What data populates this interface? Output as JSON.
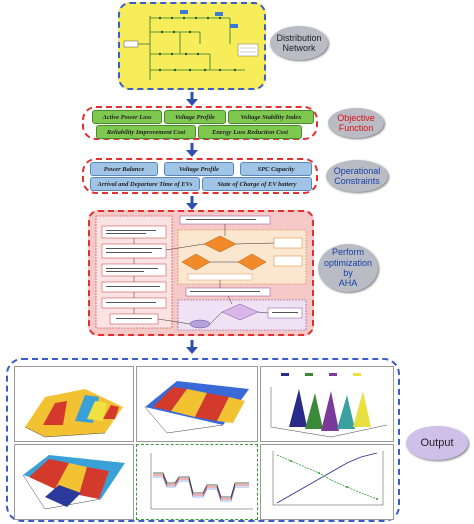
{
  "stages": {
    "distribution": {
      "label_line1": "Distribution",
      "label_line2": "Network"
    },
    "objective": {
      "label_line1": "Objective",
      "label_line2": "Function",
      "tags": [
        "Active Power Loss",
        "Voltage Profile",
        "Voltage Stability Index",
        "Reliability Improvement Cost",
        "Energy Loss Reduction Cost"
      ]
    },
    "constraints": {
      "label_line1": "Operational",
      "label_line2": "Constraints",
      "tags": [
        "Power Balance",
        "Voltage Profile",
        "SPC Capacity",
        "Arrival and Departure Time of EVs",
        "State of Charge of EV battery"
      ]
    },
    "optimization": {
      "label_line1": "Perform",
      "label_line2": "optimization by",
      "label_line3": "AHA"
    },
    "output": {
      "label": "Output"
    }
  },
  "colors": {
    "yellow_fill": "#f7ec5a",
    "blue_dash": "#3b5cc9",
    "red_dash": "#e03030",
    "green_tag": "#7ec850",
    "blue_tag": "#9fc4e6",
    "ellipse_gray": "#b9bcc4",
    "output_ellipse": "#cfc0ea",
    "pink_fill": "#f6c9c9",
    "arrow_blue": "#2e4fae"
  },
  "icons": [
    "arrow-down-icon"
  ]
}
